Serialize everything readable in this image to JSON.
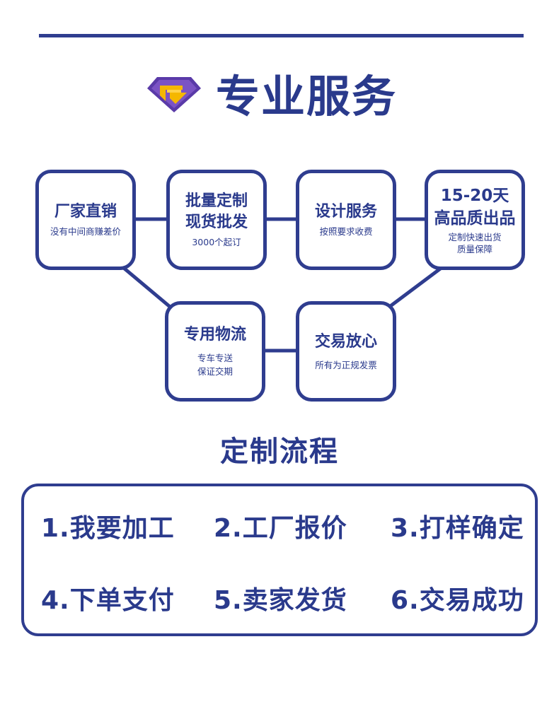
{
  "header": {
    "title": "专业服务",
    "logo_icon": "diamond-badge-icon"
  },
  "colors": {
    "primary": "#2f3d8f",
    "accent_gold": "#f5b700",
    "accent_purple": "#6a3fb5"
  },
  "services": [
    {
      "title_lines": [
        "厂家直销"
      ],
      "subtitle_lines": [
        "没有中间商赚差价"
      ]
    },
    {
      "title_lines": [
        "批量定制",
        "现货批发"
      ],
      "subtitle_lines": [
        "3000个起订"
      ]
    },
    {
      "title_lines": [
        "设计服务"
      ],
      "subtitle_lines": [
        "按照要求收费"
      ]
    },
    {
      "title_lines": [
        "15-20天",
        "高品质出品"
      ],
      "subtitle_lines": [
        "定制快速出货",
        "质量保障"
      ]
    },
    {
      "title_lines": [
        "专用物流"
      ],
      "subtitle_lines": [
        "专车专送",
        "保证交期"
      ]
    },
    {
      "title_lines": [
        "交易放心"
      ],
      "subtitle_lines": [
        "所有为正规发票"
      ]
    }
  ],
  "process": {
    "title": "定制流程",
    "steps": [
      "1.我要加工",
      "2.工厂报价",
      "3.打样确定",
      "4.下单支付",
      "5.卖家发货",
      "6.交易成功"
    ]
  }
}
